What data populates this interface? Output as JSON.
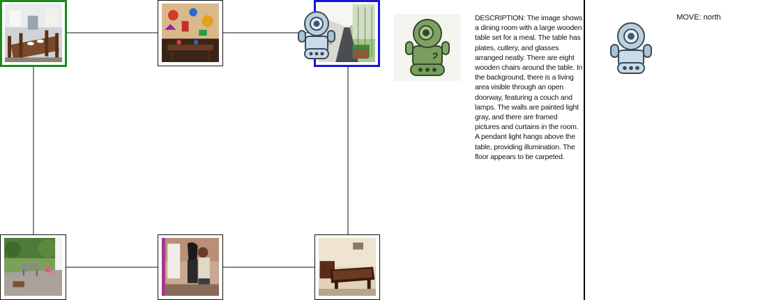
{
  "description": "DESCRIPTION: The image shows a dining room with a large wooden table set for a meal. The table has plates, cutlery, and glasses arranged neatly. There are eight wooden chairs around the table. In the background, there is a living area visible through an open doorway, featuring a couch and lamps. The walls are painted light gray, and there are framed pictures and curtains in the room. A pendant light hangs above the table, providing illumination. The floor appears to be carpeted.",
  "move": "MOVE: north",
  "colors": {
    "start_border": "#1a8a1a",
    "current_border": "#1515d8",
    "edge": "#888888",
    "divider": "#000000"
  },
  "map": {
    "nodes": [
      {
        "id": "dining-room",
        "scene": "dining-room-photo",
        "state": "start"
      },
      {
        "id": "kids-art-room",
        "scene": "kids-art-room-photo",
        "state": "normal"
      },
      {
        "id": "hallway",
        "scene": "hallway-photo",
        "state": "current",
        "agent_here": true
      },
      {
        "id": "garden-patio",
        "scene": "garden-patio-photo",
        "state": "normal"
      },
      {
        "id": "painting-studio",
        "scene": "painting-studio-photo",
        "state": "normal"
      },
      {
        "id": "billiard-room",
        "scene": "billiard-room-photo",
        "state": "normal"
      }
    ]
  },
  "icons": {
    "agent_avatar": "green-robot-icon",
    "map_marker": "blue-robot-icon",
    "move_robot": "blue-robot-icon"
  }
}
